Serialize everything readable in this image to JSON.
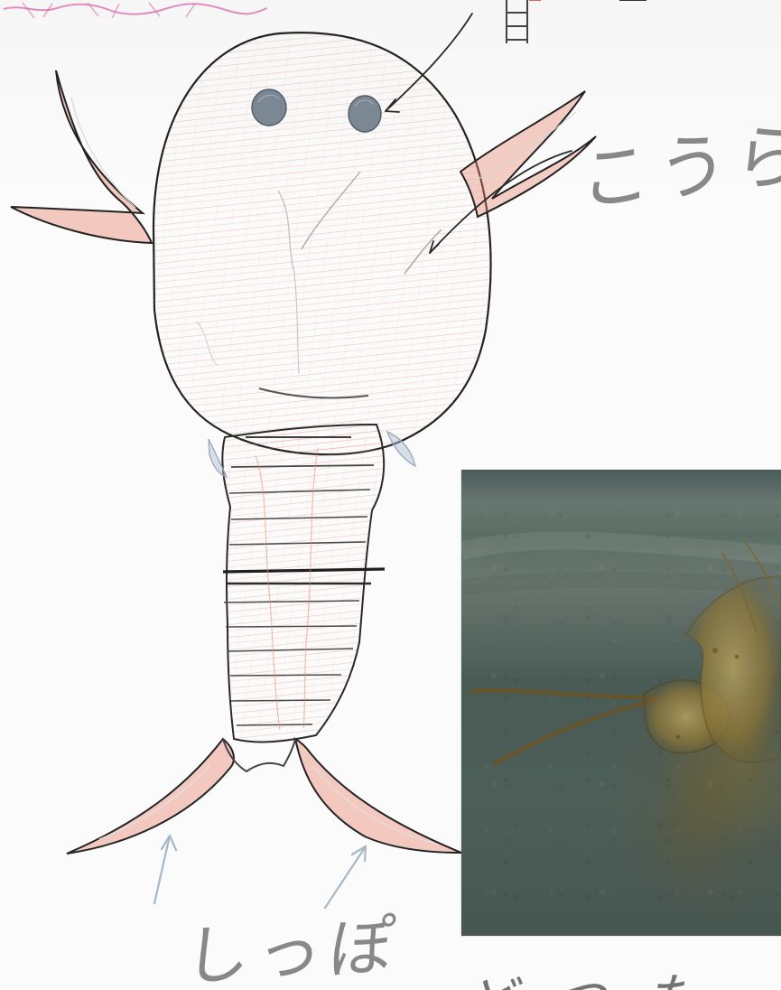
{
  "labels": {
    "shell": "こうら",
    "tail": "しっぽ",
    "bottom_partial": "ど つ た"
  },
  "colors": {
    "paper": "#fbfbfb",
    "pencil_dark": "#3f3f3f",
    "pencil_orange": "#e38a6b",
    "pencil_blue": "#a9bad2",
    "photo_teal": "#536761",
    "photo_brown": "#8f7837"
  }
}
